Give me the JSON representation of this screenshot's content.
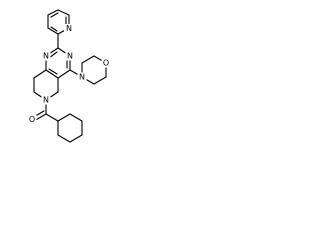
{
  "structure": {
    "atoms": {
      "pyridine_n": "N",
      "pyrimidine_n1": "N",
      "pyrimidine_n3": "N",
      "morpholine_n": "N",
      "morpholine_o": "O",
      "piperidine_n": "N",
      "carbonyl_o": "O"
    }
  }
}
